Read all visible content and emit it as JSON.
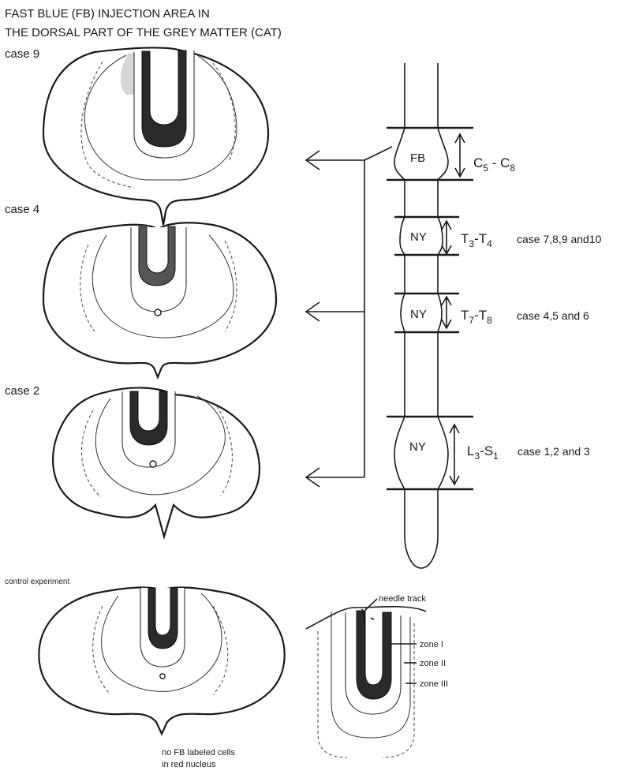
{
  "title": {
    "line1": "FAST BLUE (FB) INJECTION AREA IN",
    "line2": "THE DORSAL PART OF THE GREY MATTER (CAT)"
  },
  "sections": {
    "case9": "case 9",
    "case4": "case 4",
    "case2": "case 2",
    "control": "control experiment"
  },
  "cord": {
    "segments": [
      {
        "tag": "FB",
        "level_a": "C",
        "sub_a": "5",
        "level_b": "C",
        "sub_b": "8",
        "cases": ""
      },
      {
        "tag": "NY",
        "level_a": "T",
        "sub_a": "3",
        "level_b": "T",
        "sub_b": "4",
        "cases": "case 7,8,9 and10"
      },
      {
        "tag": "NY",
        "level_a": "T",
        "sub_a": "7",
        "level_b": "T",
        "sub_b": "8",
        "cases": "case 4,5 and 6"
      },
      {
        "tag": "NY",
        "level_a": "L",
        "sub_a": "3",
        "level_b": "S",
        "sub_b": "1",
        "cases": "case 1,2 and 3"
      }
    ]
  },
  "inset": {
    "needle": "needle track",
    "zone1": "zone I",
    "zone2": "zone II",
    "zone3": "zone III"
  },
  "note": {
    "line1": "no FB labeled cells",
    "line2": "in red nucleus"
  }
}
